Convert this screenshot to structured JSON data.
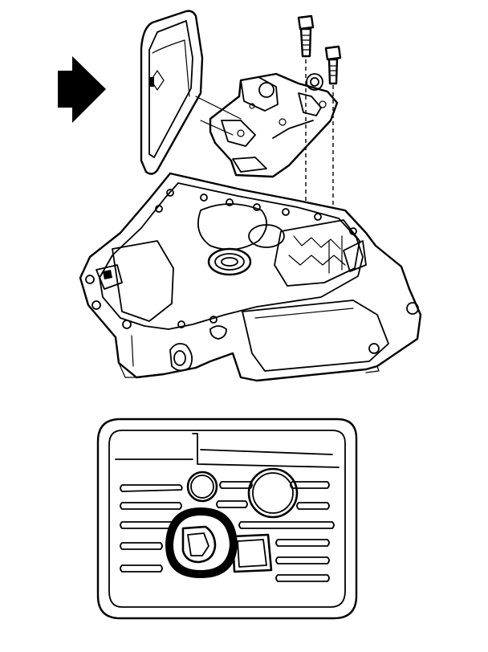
{
  "diagram": {
    "domain": "exploded-view-illustration",
    "parts": [
      "direction-arrow-icon",
      "filter-gasket",
      "valve-body-cover",
      "bolt",
      "transaxle-case",
      "oil-pan-filter-plan-view"
    ],
    "colors": {
      "line": "#000000",
      "background": "#ffffff"
    }
  }
}
